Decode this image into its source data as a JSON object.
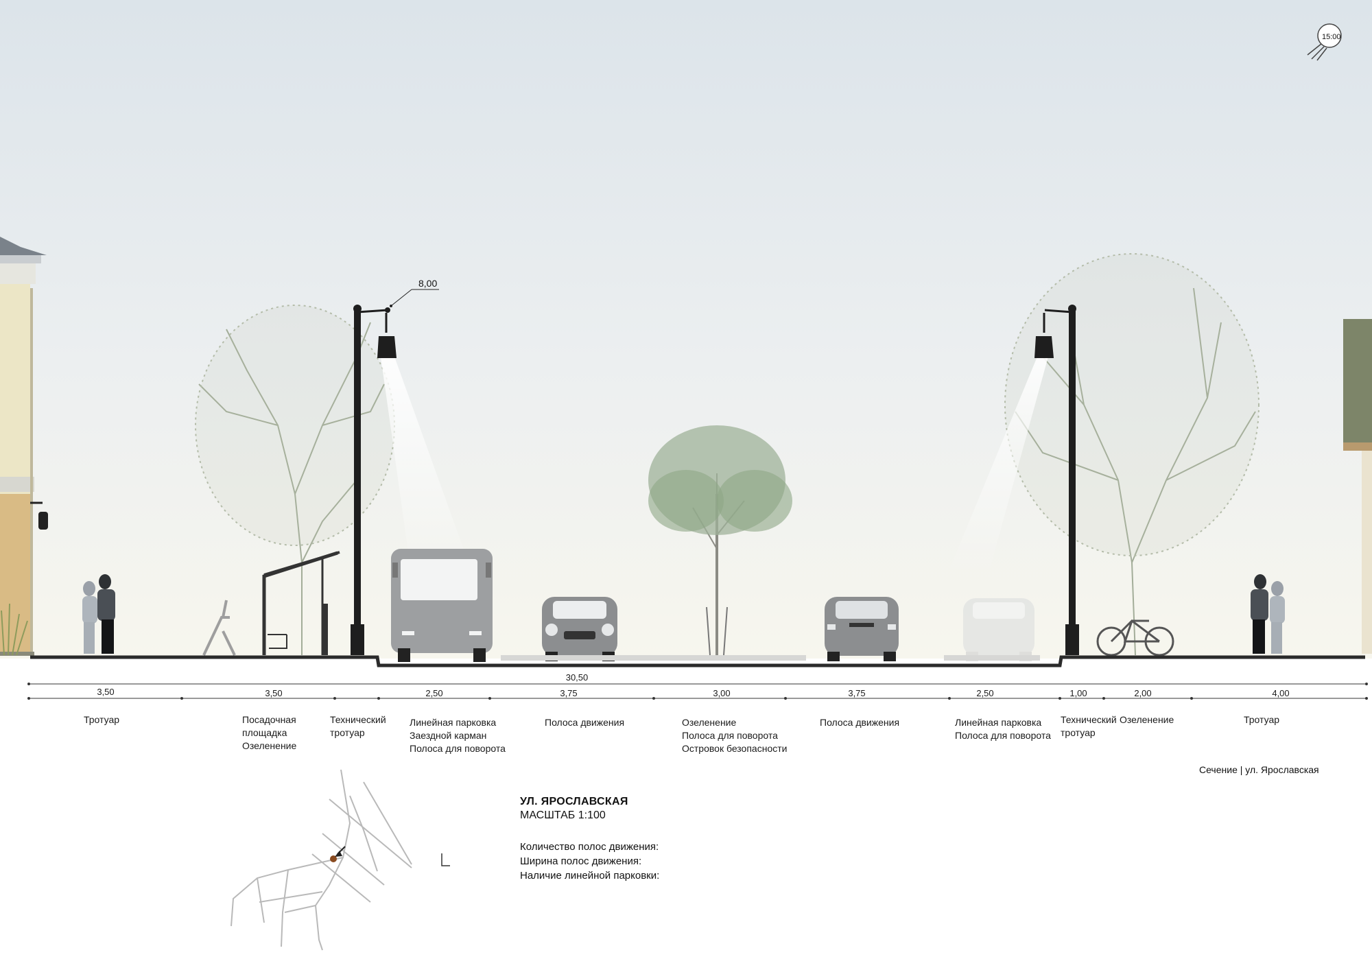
{
  "annotations": {
    "lamp_height": "8,00",
    "sun_time": "15:00"
  },
  "dimensions": {
    "total": "30,50",
    "segments": [
      "3,50",
      "3,50",
      "2,50",
      "3,75",
      "3,00",
      "3,75",
      "2,50",
      "1,00",
      "2,00",
      "4,00"
    ]
  },
  "zones": [
    {
      "lines": [
        "Тротуар"
      ]
    },
    {
      "lines": [
        "Посадочная",
        "площадка",
        "Озеленение"
      ]
    },
    {
      "lines": [
        "Технический",
        "тротуар"
      ]
    },
    {
      "lines": [
        "Линейная парковка",
        "Заездной карман",
        "Полоса для поворота"
      ]
    },
    {
      "lines": [
        "Полоса движения"
      ]
    },
    {
      "lines": [
        "Озеленение",
        "Полоса для поворота",
        "Островок безопасности"
      ]
    },
    {
      "lines": [
        "Полоса движения"
      ]
    },
    {
      "lines": [
        "Линейная парковка",
        "Полоса для поворота"
      ]
    },
    {
      "lines": [
        "Технический",
        "тротуар"
      ]
    },
    {
      "lines": [
        "Озеленение"
      ]
    },
    {
      "lines": [
        "Тротуар"
      ]
    }
  ],
  "caption": "Сечение | ул. Ярославская",
  "title": {
    "street": "УЛ. ЯРОСЛАВСКАЯ",
    "scale": "МАСШТАБ 1:100"
  },
  "info": {
    "lanes_count": "Количество полос движения:",
    "lanes_width": "Ширина полос движения:",
    "parking": "Наличие линейной парковки:"
  },
  "colors": {
    "sky_top": "#dfe6ec",
    "sky_bottom": "#f6f6ee",
    "tree": "#8c9a82",
    "asphalt": "#2b2b2b",
    "lamp": "#1e1e1e"
  }
}
